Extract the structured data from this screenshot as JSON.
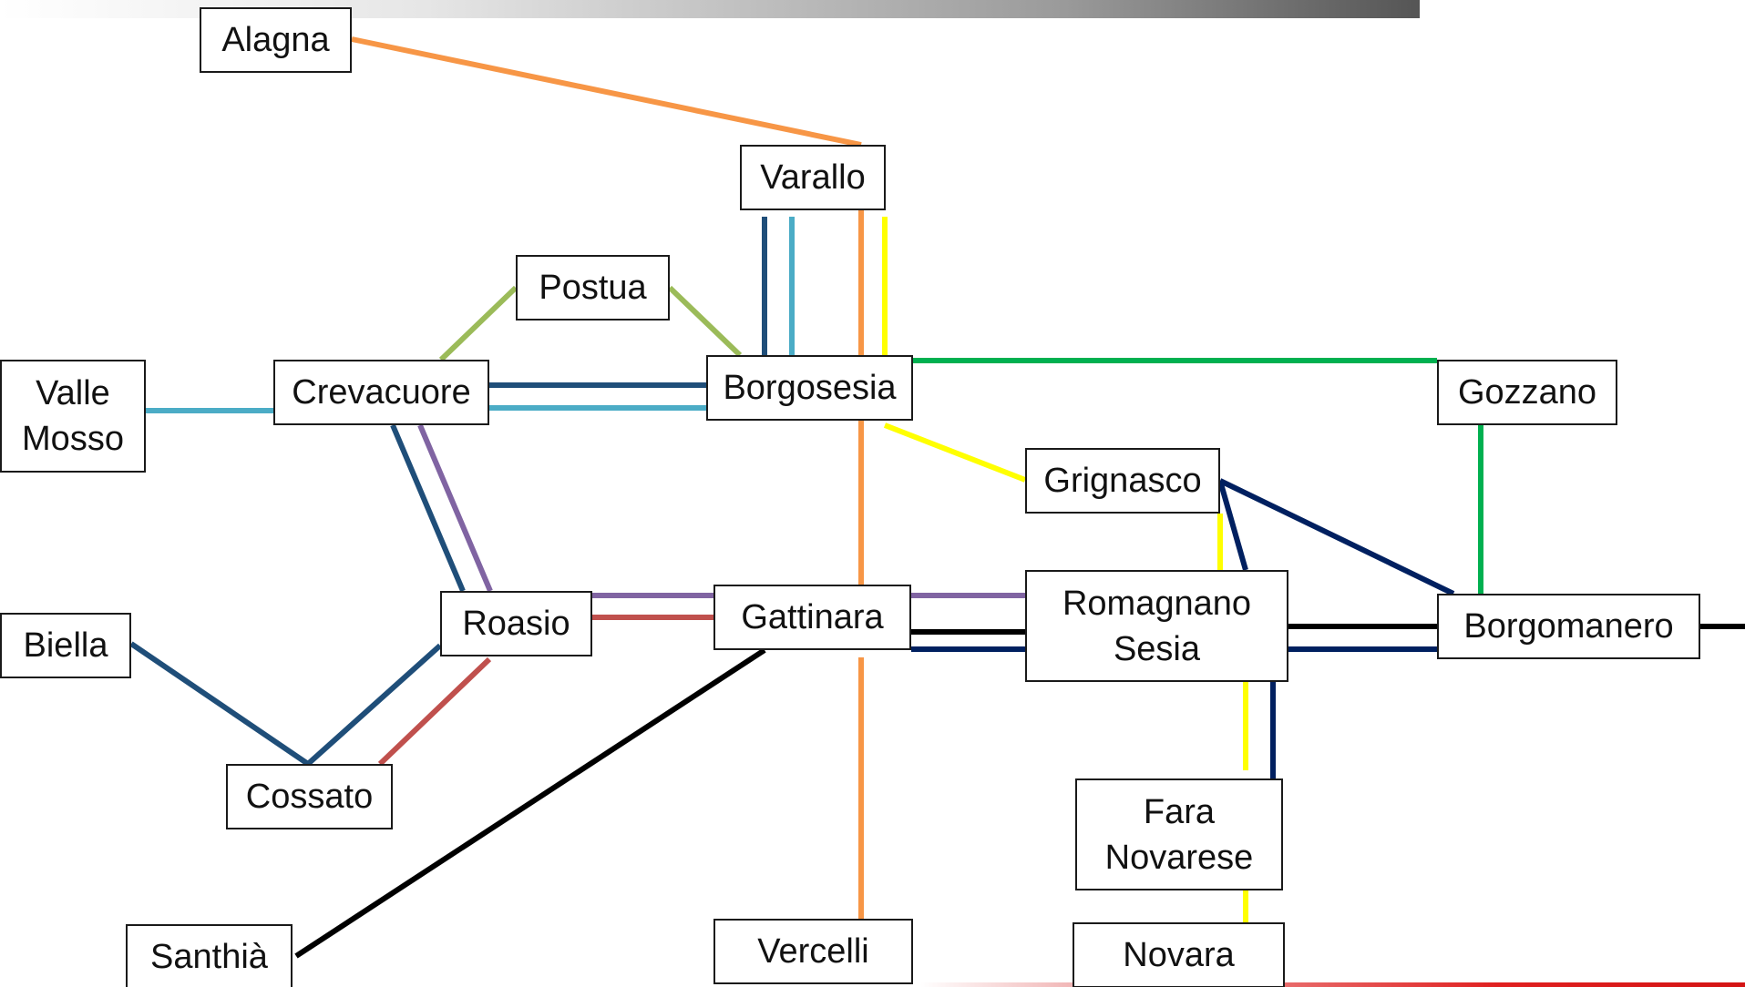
{
  "colors": {
    "orange": "#f79646",
    "dark_blue": "#1f4e79",
    "light_blue": "#4bacc6",
    "yellow": "#ffff00",
    "green": "#00b050",
    "olive": "#9bbb59",
    "purple": "#8064a2",
    "red": "#c0504d",
    "black": "#000000",
    "navy": "#002060"
  },
  "stations": {
    "alagna": "Alagna",
    "varallo": "Varallo",
    "postua": "Postua",
    "valle_mosso": "Valle\nMosso",
    "crevacuore": "Crevacuore",
    "borgosesia": "Borgosesia",
    "gozzano": "Gozzano",
    "grignasco": "Grignasco",
    "biella": "Biella",
    "roasio": "Roasio",
    "gattinara": "Gattinara",
    "romagnano_sesia": "Romagnano\nSesia",
    "borgomanero": "Borgomanero",
    "cossato": "Cossato",
    "fara_novarese": "Fara\nNovarese",
    "santhia": "Santhià",
    "vercelli": "Vercelli",
    "novara": "Novara"
  },
  "connections": [
    {
      "from": "alagna",
      "to": "varallo",
      "color": "orange"
    },
    {
      "from": "varallo",
      "to": "borgosesia",
      "color": "dark_blue"
    },
    {
      "from": "varallo",
      "to": "borgosesia",
      "color": "light_blue"
    },
    {
      "from": "varallo",
      "to": "borgosesia",
      "color": "orange"
    },
    {
      "from": "varallo",
      "to": "borgosesia",
      "color": "yellow"
    },
    {
      "from": "postua",
      "to": "crevacuore",
      "color": "olive"
    },
    {
      "from": "postua",
      "to": "borgosesia",
      "color": "olive"
    },
    {
      "from": "valle_mosso",
      "to": "crevacuore",
      "color": "light_blue"
    },
    {
      "from": "crevacuore",
      "to": "borgosesia",
      "color": "dark_blue"
    },
    {
      "from": "crevacuore",
      "to": "borgosesia",
      "color": "light_blue"
    },
    {
      "from": "borgosesia",
      "to": "gozzano",
      "color": "green"
    },
    {
      "from": "gozzano",
      "to": "borgomanero",
      "color": "green"
    },
    {
      "from": "borgosesia",
      "to": "grignasco",
      "color": "yellow"
    },
    {
      "from": "borgosesia",
      "to": "gattinara",
      "color": "orange"
    },
    {
      "from": "gattinara",
      "to": "vercelli",
      "color": "orange"
    },
    {
      "from": "crevacuore",
      "to": "roasio",
      "color": "dark_blue"
    },
    {
      "from": "crevacuore",
      "to": "roasio",
      "color": "purple"
    },
    {
      "from": "roasio",
      "to": "gattinara",
      "color": "purple"
    },
    {
      "from": "roasio",
      "to": "gattinara",
      "color": "red"
    },
    {
      "from": "gattinara",
      "to": "romagnano_sesia",
      "color": "purple"
    },
    {
      "from": "gattinara",
      "to": "romagnano_sesia",
      "color": "black"
    },
    {
      "from": "gattinara",
      "to": "romagnano_sesia",
      "color": "navy"
    },
    {
      "from": "romagnano_sesia",
      "to": "borgomanero",
      "color": "black"
    },
    {
      "from": "romagnano_sesia",
      "to": "borgomanero",
      "color": "navy"
    },
    {
      "from": "borgomanero",
      "to": "offpage_east",
      "color": "black"
    },
    {
      "from": "grignasco",
      "to": "borgomanero",
      "color": "navy"
    },
    {
      "from": "grignasco",
      "to": "romagnano_sesia",
      "color": "navy"
    },
    {
      "from": "grignasco",
      "to": "romagnano_sesia",
      "color": "yellow"
    },
    {
      "from": "romagnano_sesia",
      "to": "fara_novarese",
      "color": "yellow"
    },
    {
      "from": "romagnano_sesia",
      "to": "fara_novarese",
      "color": "navy"
    },
    {
      "from": "fara_novarese",
      "to": "novara",
      "color": "yellow"
    },
    {
      "from": "biella",
      "to": "cossato",
      "color": "dark_blue"
    },
    {
      "from": "cossato",
      "to": "roasio",
      "color": "dark_blue"
    },
    {
      "from": "cossato",
      "to": "roasio",
      "color": "red"
    },
    {
      "from": "santhia",
      "to": "gattinara",
      "color": "black"
    }
  ]
}
